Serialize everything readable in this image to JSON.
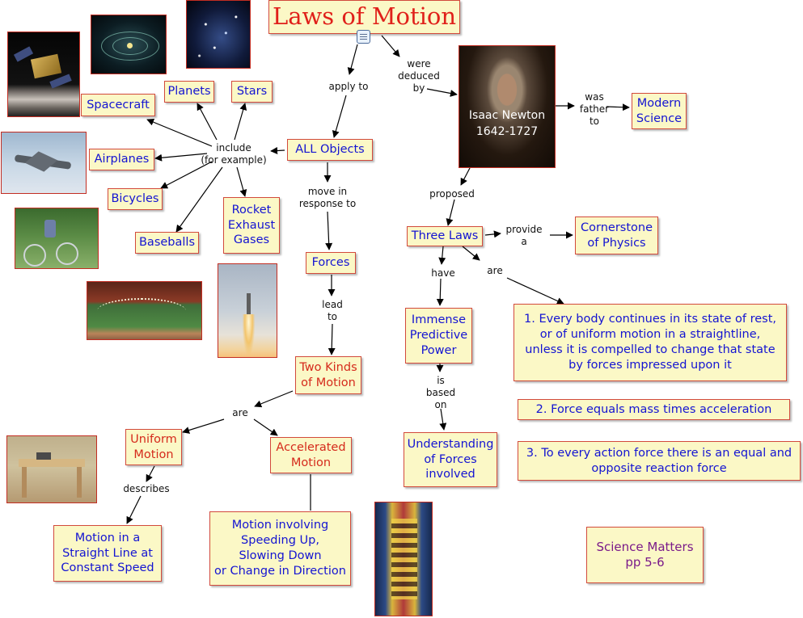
{
  "title": "Laws of Motion",
  "colors": {
    "node_fill": "#fbf8c6",
    "node_border": "#d24a3c",
    "blue_text": "#1414d2",
    "red_text": "#d52a1c",
    "purple_text": "#7a1a8a"
  },
  "nodes": {
    "planets": "Planets",
    "stars": "Stars",
    "spacecraft": "Spacecraft",
    "airplanes": "Airplanes",
    "bicycles": "Bicycles",
    "baseballs": "Baseballs",
    "rocket_exhaust": "Rocket\nExhaust\nGases",
    "all_objects": "ALL Objects",
    "forces": "Forces",
    "two_kinds": "Two Kinds\nof Motion",
    "uniform_motion": "Uniform\nMotion",
    "accelerated_motion": "Accelerated\nMotion",
    "straight_line": "Motion in a\nStraight Line at\nConstant Speed",
    "speeding_up": "Motion involving\nSpeeding Up,\nSlowing Down\nor Change in Direction",
    "modern_science": "Modern\nScience",
    "three_laws": "Three Laws",
    "cornerstone": "Cornerstone\nof Physics",
    "immense_power": "Immense\nPredictive\nPower",
    "understanding": "Understanding\nof Forces\ninvolved",
    "law1": "1. Every body continues in its state of rest,\nor of uniform motion in a straightline,\nunless it is compelled to change that state\nby forces impressed upon it",
    "law2": "2. Force equals mass times acceleration",
    "law3": "3. To every action force there is an equal and\nopposite reaction force",
    "science_matters": "Science Matters\npp 5-6"
  },
  "newton_caption": "Isaac Newton\n1642-1727",
  "links": {
    "apply_to": "apply to",
    "were_deduced_by": "were\ndeduced\nby",
    "include": "include\n(for example)",
    "move_in_response_to": "move in\nresponse to",
    "lead_to": "lead\nto",
    "are_kinds": "are",
    "describes": "describes",
    "was_father_to": "was\nfather\nto",
    "proposed": "proposed",
    "provide_a": "provide\na",
    "have": "have",
    "are_laws": "are",
    "is_based_on": "is\nbased\non"
  },
  "icons": [
    "note-icon"
  ],
  "images": [
    "spacecraft-photo",
    "solar-system-photo",
    "stars-photo",
    "isaac-newton-portrait",
    "jet-photo",
    "boy-bicycle-photo",
    "baseball-photo",
    "rocket-launch-photo",
    "table-photo",
    "roller-coaster-photo"
  ]
}
